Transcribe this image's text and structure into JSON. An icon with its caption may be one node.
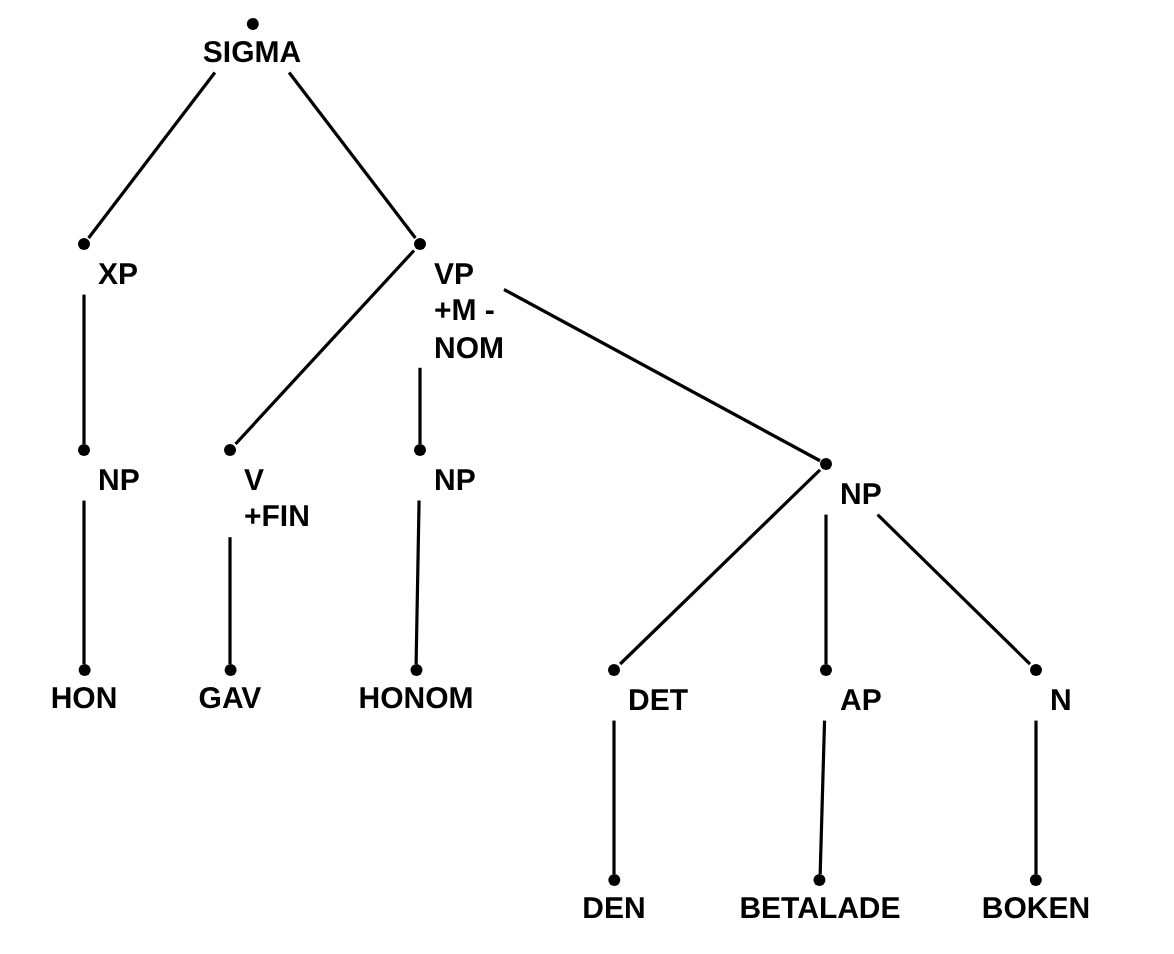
{
  "diagram": {
    "nodes": [
      {
        "text": [
          "SIGMA"
        ]
      },
      {
        "text": [
          "XP"
        ]
      },
      {
        "text": [
          "VP +M -NOM"
        ]
      },
      {
        "text": [
          "NP"
        ]
      },
      {
        "text": [
          "V +FIN"
        ]
      },
      {
        "text": [
          "NP"
        ]
      },
      {
        "text": [
          "NP"
        ]
      },
      {
        "text": [
          "HON"
        ]
      },
      {
        "text": [
          "GAV"
        ]
      },
      {
        "text": [
          "HONOM"
        ]
      },
      {
        "text": [
          "DET"
        ]
      },
      {
        "text": [
          "AP"
        ]
      },
      {
        "text": [
          "N"
        ]
      },
      {
        "text": [
          "DEN"
        ]
      },
      {
        "text": [
          "BETALADE"
        ]
      },
      {
        "text": [
          "BOKEN"
        ]
      }
    ],
    "edges": [
      {
        "from": 0,
        "to": 1,
        "arrow": "none"
      },
      {
        "from": 0,
        "to": 2,
        "arrow": "none"
      },
      {
        "from": 1,
        "to": 3,
        "arrow": "none"
      },
      {
        "from": 2,
        "to": 4,
        "arrow": "none"
      },
      {
        "from": 2,
        "to": 5,
        "arrow": "none"
      },
      {
        "from": 2,
        "to": 6,
        "arrow": "none"
      },
      {
        "from": 3,
        "to": 7,
        "arrow": "none"
      },
      {
        "from": 4,
        "to": 8,
        "arrow": "none"
      },
      {
        "from": 5,
        "to": 9,
        "arrow": "none"
      },
      {
        "from": 6,
        "to": 10,
        "arrow": "none"
      },
      {
        "from": 6,
        "to": 11,
        "arrow": "none"
      },
      {
        "from": 6,
        "to": 12,
        "arrow": "none"
      },
      {
        "from": 10,
        "to": 13,
        "arrow": "none"
      },
      {
        "from": 11,
        "to": 14,
        "arrow": "none"
      },
      {
        "from": 12,
        "to": 15,
        "arrow": "none"
      }
    ]
  }
}
